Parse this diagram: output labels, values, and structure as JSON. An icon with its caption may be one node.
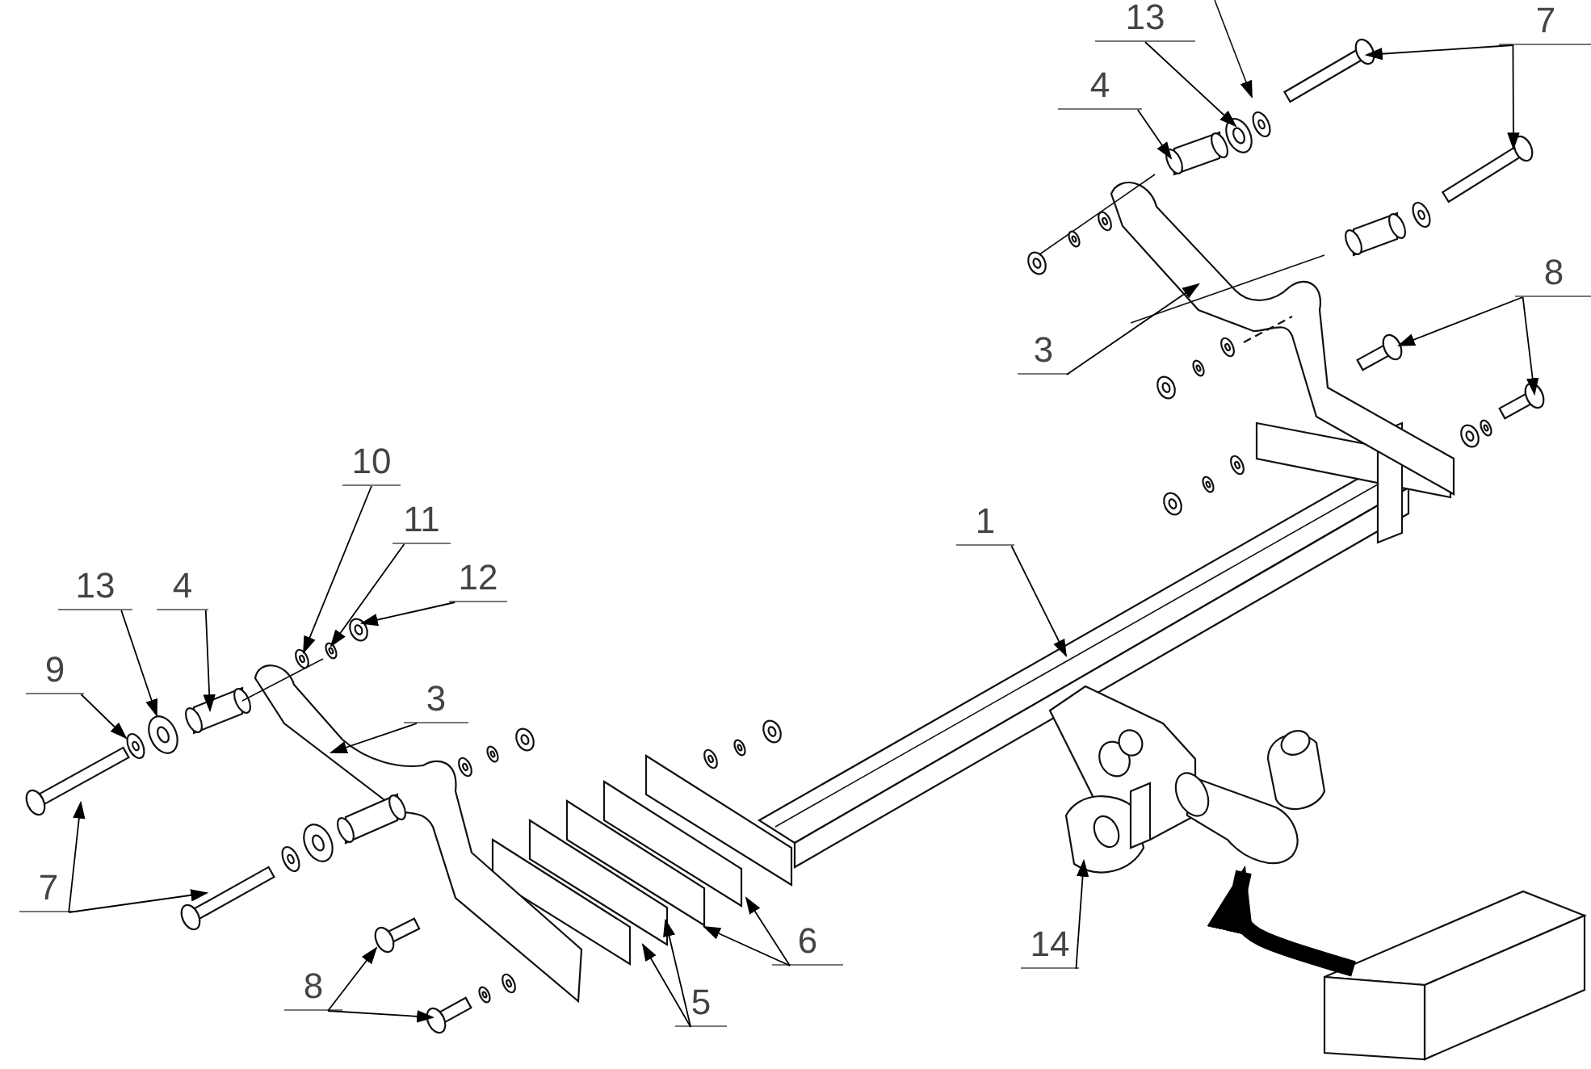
{
  "diagram": {
    "nodes": [
      {
        "text": [
          "13"
        ]
      },
      {
        "text": [
          "7"
        ]
      },
      {
        "text": [
          "4"
        ]
      },
      {
        "text": [
          "8"
        ]
      },
      {
        "text": [
          "3"
        ]
      },
      {
        "text": [
          "1"
        ]
      },
      {
        "text": [
          "10"
        ]
      },
      {
        "text": [
          "11"
        ]
      },
      {
        "text": [
          "12"
        ]
      },
      {
        "text": [
          "13"
        ]
      },
      {
        "text": [
          "4"
        ]
      },
      {
        "text": [
          "9"
        ]
      },
      {
        "text": [
          "3"
        ]
      },
      {
        "text": [
          "7"
        ]
      },
      {
        "text": [
          "6"
        ]
      },
      {
        "text": [
          "14"
        ]
      },
      {
        "text": [
          "8"
        ]
      },
      {
        "text": [
          "5"
        ]
      },
      {
        "text": [],
        "shape": "box"
      }
    ],
    "edges": [
      {
        "from": 0,
        "to": null,
        "arrow": "to"
      },
      {
        "from": 1,
        "to": null,
        "arrow": "to"
      },
      {
        "from": 1,
        "to": null,
        "arrow": "to"
      },
      {
        "from": 2,
        "to": null,
        "arrow": "to"
      },
      {
        "from": 3,
        "to": null,
        "arrow": "to"
      },
      {
        "from": 3,
        "to": null,
        "arrow": "to"
      },
      {
        "from": 4,
        "to": null,
        "arrow": "to"
      },
      {
        "from": 5,
        "to": null,
        "arrow": "to"
      },
      {
        "from": 6,
        "to": null,
        "arrow": "to"
      },
      {
        "from": 7,
        "to": null,
        "arrow": "to"
      },
      {
        "from": 8,
        "to": null,
        "arrow": "to"
      },
      {
        "from": 9,
        "to": null,
        "arrow": "to"
      },
      {
        "from": 10,
        "to": null,
        "arrow": "to"
      },
      {
        "from": 11,
        "to": null,
        "arrow": "to"
      },
      {
        "from": 12,
        "to": null,
        "arrow": "to"
      },
      {
        "from": 13,
        "to": null,
        "arrow": "to"
      },
      {
        "from": 13,
        "to": null,
        "arrow": "to"
      },
      {
        "from": 14,
        "to": null,
        "arrow": "to"
      },
      {
        "from": 14,
        "to": null,
        "arrow": "to"
      },
      {
        "from": 15,
        "to": null,
        "arrow": "to"
      },
      {
        "from": 16,
        "to": null,
        "arrow": "to"
      },
      {
        "from": 16,
        "to": null,
        "arrow": "to"
      },
      {
        "from": 17,
        "to": null,
        "arrow": "to"
      },
      {
        "from": 17,
        "to": null,
        "arrow": "to"
      },
      {
        "from": 18,
        "to": null,
        "arrow": "to",
        "style": "thick"
      }
    ]
  }
}
